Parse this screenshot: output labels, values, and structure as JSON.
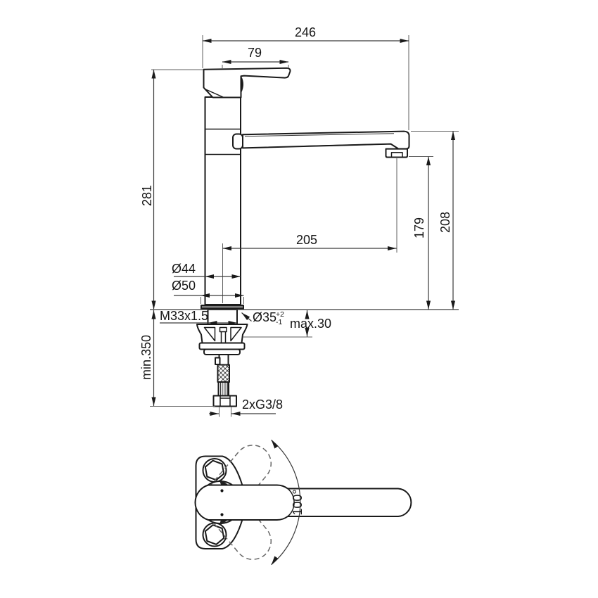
{
  "drawing": {
    "kind": "single-lever kitchen faucet installation drawing",
    "background_color": "#ffffff",
    "line_color": "#1a1a1a"
  },
  "dims": {
    "overall_length": "246",
    "handle_projection": "79",
    "height": "281",
    "spout_projection": "205",
    "outlet_height": "179",
    "spout_height": "208",
    "body_dia": "Ø44",
    "base_dia": "Ø50",
    "thread": "M33x1.5",
    "hole_dia": "Ø35",
    "hole_tol_up": "+2",
    "hole_tol_down": "-1",
    "deck_max": "max.30",
    "hose_min": "min.350",
    "connection": "2xG3/8",
    "handle_swing": "100°"
  }
}
